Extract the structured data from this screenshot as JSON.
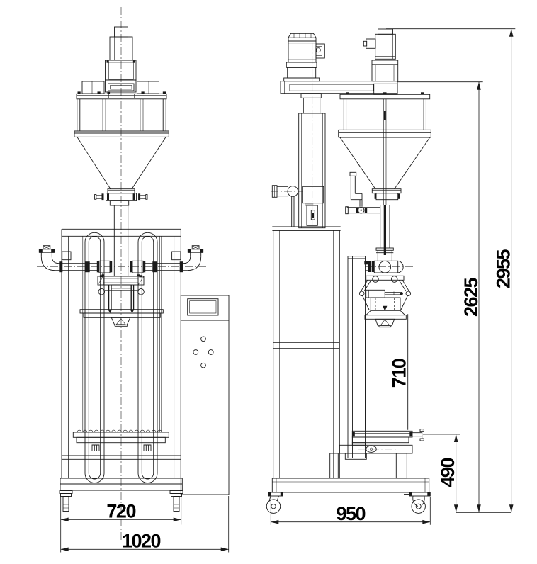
{
  "page": {
    "background": "#ffffff"
  },
  "drawing": {
    "line_color": "#1a1a1a",
    "text_color": "#000000",
    "dimensions": {
      "front_base_width": "720",
      "front_overall_width": "1020",
      "side_base_depth": "950",
      "bag_length": "710",
      "table_height": "490",
      "frame_height": "2625",
      "overall_height": "2955"
    }
  }
}
